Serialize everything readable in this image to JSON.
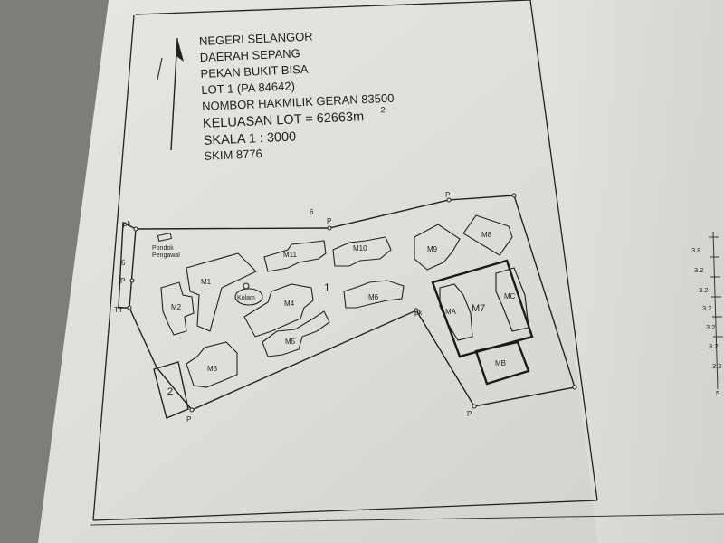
{
  "title_block": {
    "lines": [
      "NEGERI SELANGOR",
      "DAERAH SEPANG",
      "PEKAN BUKIT BISA",
      "LOT 1 (PA 84642)",
      "NOMBOR HAKMILIK GERAN 83500",
      "KELUASAN LOT = 62663m",
      "SKALA  1 : 3000",
      "SKIM 8776"
    ],
    "area_superscript": "2"
  },
  "plan": {
    "lot_number": "1",
    "neighbour_lot": "2",
    "boundary_number_top": "6",
    "boundary_number_left": "6",
    "point_p": "P",
    "point_pk": "pk",
    "point_tt": "TT",
    "guardhouse_label_1": "Pondok",
    "guardhouse_label_2": "Pengawal",
    "pond_label": "Kolam",
    "buildings": {
      "m1": "M1",
      "m2": "M2",
      "m3": "M3",
      "m4": "M4",
      "m5": "M5",
      "m6": "M6",
      "m7": "M7",
      "m8": "M8",
      "m9": "M9",
      "m10": "M10",
      "m11": "M11",
      "ma": "MA",
      "mb": "MB",
      "mc": "MC"
    }
  },
  "side_sheet": {
    "ticks": [
      "3.8",
      "3.2",
      "3.2",
      "3.2",
      "3.2",
      "3.2",
      "3.2",
      "5"
    ]
  }
}
